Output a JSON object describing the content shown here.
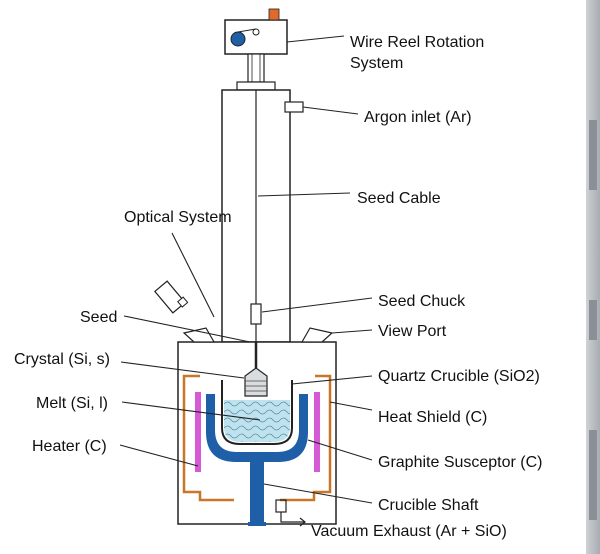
{
  "labels": {
    "wire_reel": [
      "Wire Reel Rotation",
      "System"
    ],
    "argon_inlet": "Argon inlet (Ar)",
    "seed_cable": "Seed Cable",
    "optical_system": "Optical System",
    "seed_chuck": "Seed Chuck",
    "seed": "Seed",
    "view_port": "View Port",
    "crystal": "Crystal (Si, s)",
    "quartz_crucible": "Quartz Crucible  (SiO2)",
    "melt": "Melt  (Si, l)",
    "heat_shield": "Heat Shield (C)",
    "heater": "Heater (C)",
    "graphite_susceptor": "Graphite Susceptor (C)",
    "crucible_shaft": "Crucible Shaft",
    "vacuum_exhaust": "Vacuum Exhaust (Ar + SiO)"
  },
  "colors": {
    "outline": "#222222",
    "susceptor": "#1f5fa8",
    "heater": "#d65ad6",
    "heat_shield": "#c8762a",
    "reel_knob": "#e06a2a",
    "melt": "#bfe3ee"
  }
}
